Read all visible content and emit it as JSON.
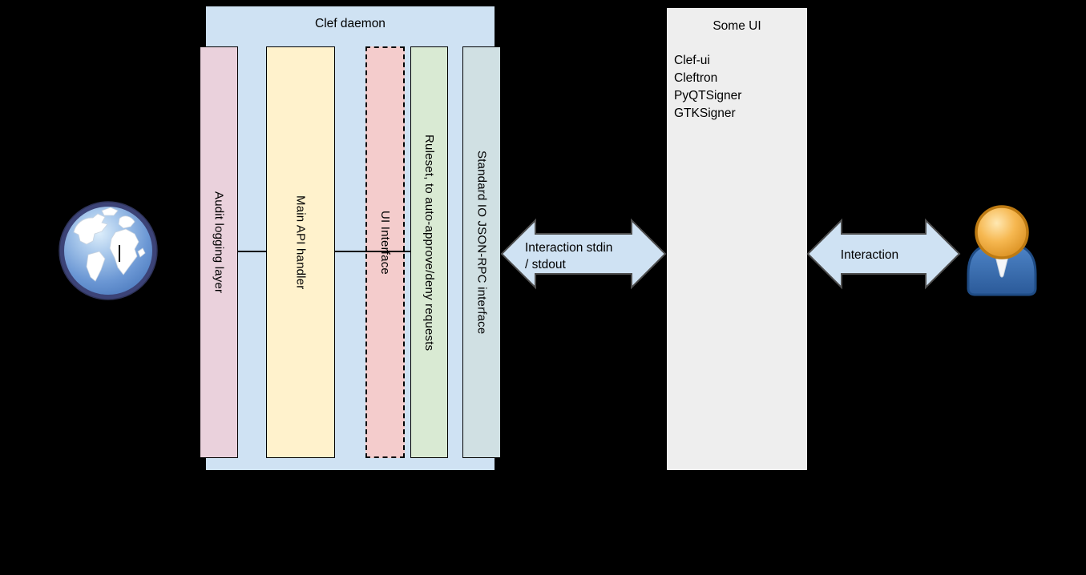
{
  "diagram": {
    "background_color": "#000000",
    "clef_daemon": {
      "title": "Clef daemon",
      "fill": "#cfe2f3",
      "layers": [
        {
          "label": "Audit logging layer",
          "fill": "#ead1dc",
          "border_style": "solid"
        },
        {
          "label": "Main API handler",
          "fill": "#fff2cc",
          "border_style": "solid"
        },
        {
          "label": "UI Interface",
          "fill": "#f4cccc",
          "border_style": "dashed"
        },
        {
          "label": "Ruleset, to auto-approve/deny requests",
          "fill": "#d9ead3",
          "border_style": "solid"
        },
        {
          "label": "Standard IO JSON-RPC interface",
          "fill": "#d0e0e3",
          "border_style": "solid"
        }
      ]
    },
    "some_ui": {
      "title": "Some UI",
      "fill": "#eeeeee",
      "implementations": [
        "Clef-ui",
        "Cleftron",
        "PyQTSigner",
        "GTKSigner"
      ]
    },
    "arrows": {
      "fill": "#cfe2f3",
      "stroke": "#4d4d4d",
      "daemon_to_ui": {
        "line1": "Interaction stdin",
        "line2": "/ stdout"
      },
      "ui_to_user": {
        "label": "Interaction"
      }
    },
    "icons": {
      "left": "globe-icon",
      "right": "person-icon"
    }
  }
}
